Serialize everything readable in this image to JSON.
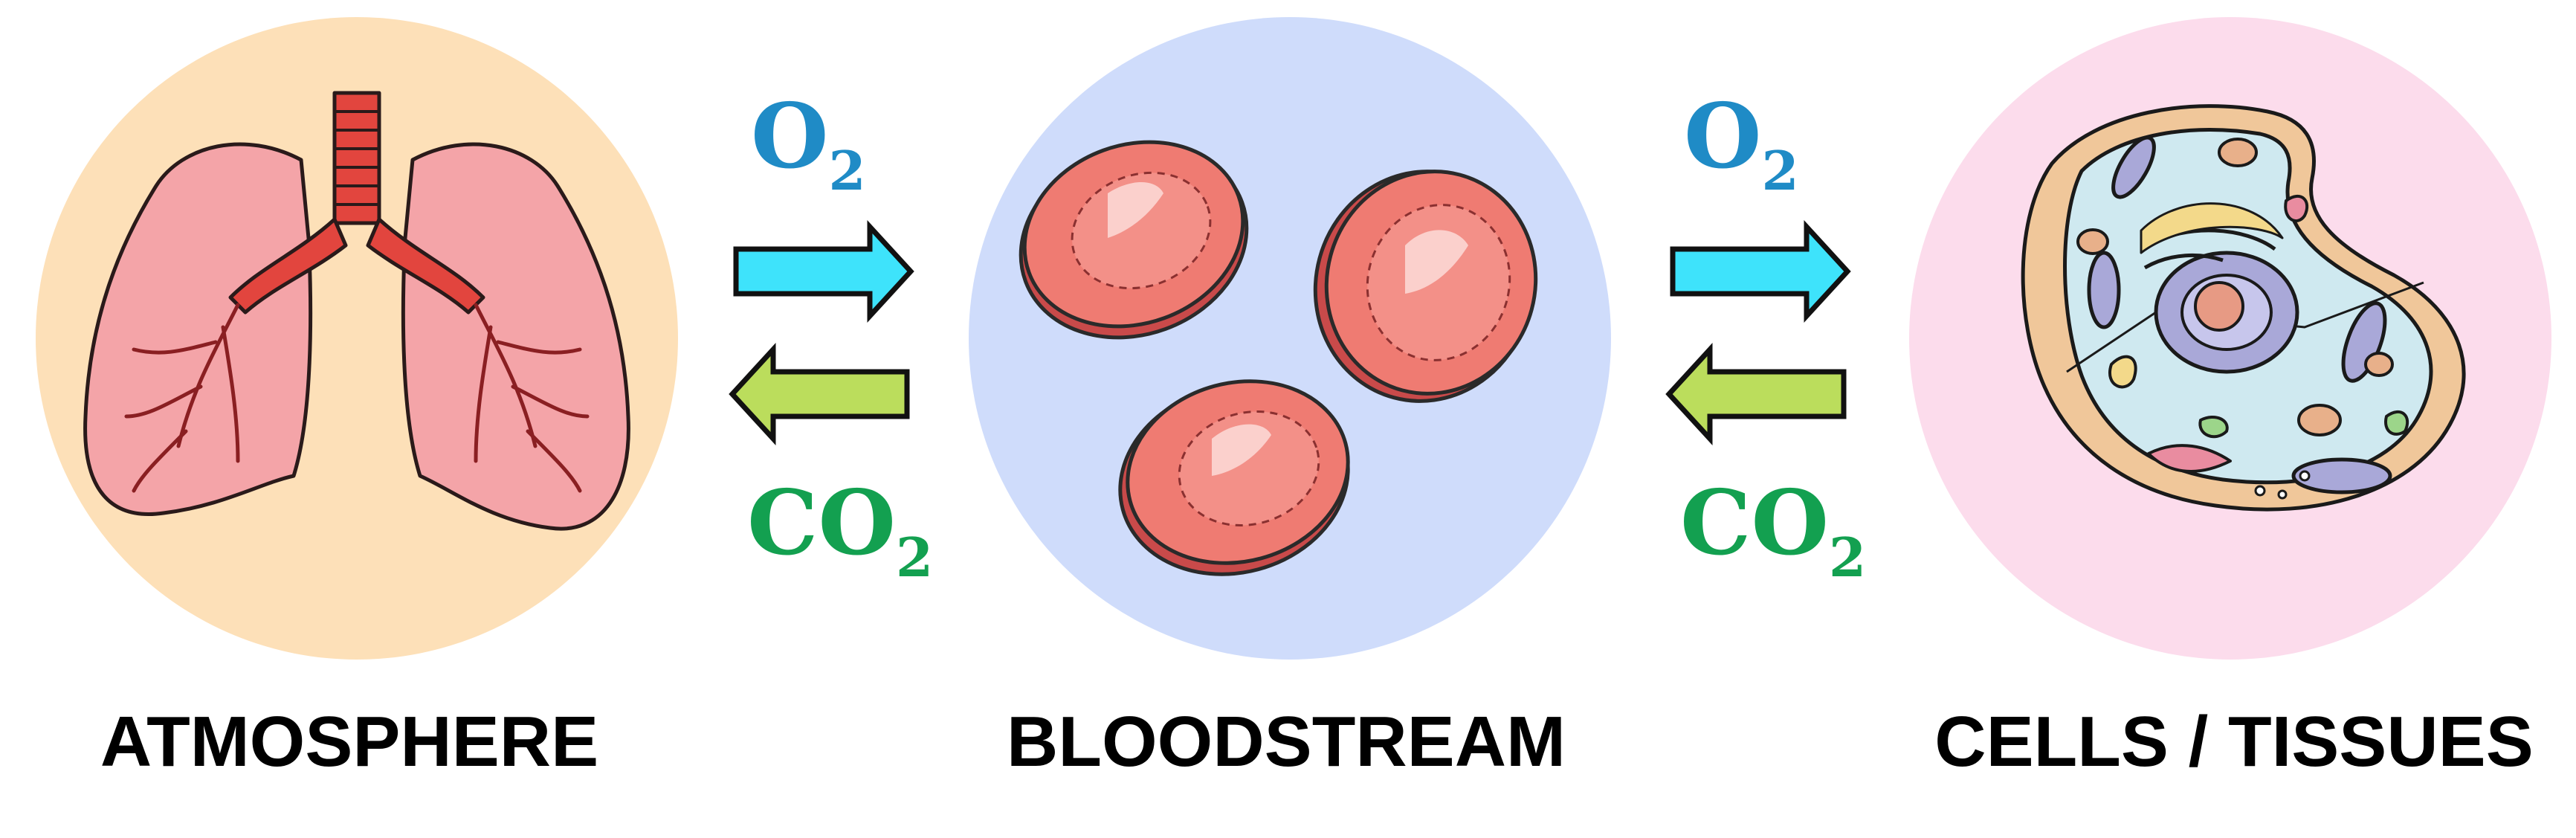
{
  "stages": [
    {
      "label": "ATMOSPHERE",
      "icon": "lungs-icon",
      "circle_color": "#fde0b8"
    },
    {
      "label": "BLOODSTREAM",
      "icon": "red-blood-cells-icon",
      "circle_color": "#cfdcfb"
    },
    {
      "label": "CELLS / TISSUES",
      "icon": "animal-cell-icon",
      "circle_color": "#fcdcec"
    }
  ],
  "exchanges": [
    {
      "top_gas": {
        "main": "O",
        "sub": "2"
      },
      "bottom_gas": {
        "main": "CO",
        "sub": "2"
      }
    },
    {
      "top_gas": {
        "main": "O",
        "sub": "2"
      },
      "bottom_gas": {
        "main": "CO",
        "sub": "2"
      }
    }
  ],
  "colors": {
    "o2_text": "#1f8bc6",
    "co2_text": "#13a050",
    "o2_arrow": "#3ee3fb",
    "co2_arrow": "#bbdd5c",
    "outline": "#111111"
  }
}
